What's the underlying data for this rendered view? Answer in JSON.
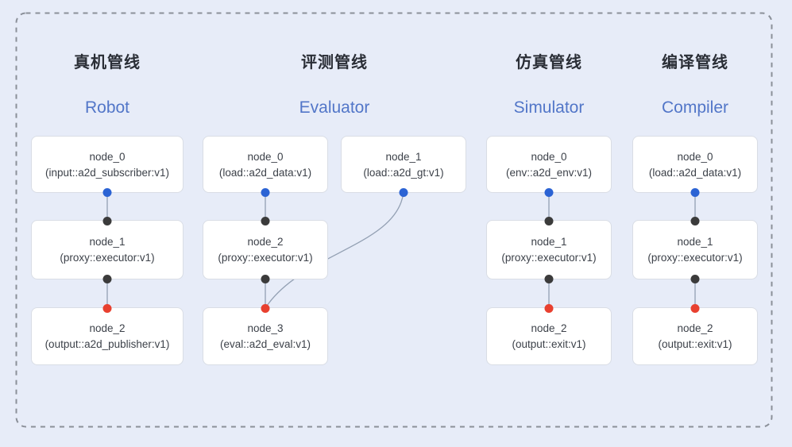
{
  "colors": {
    "bg": "#e7ecf8",
    "border-dash": "#8b9099",
    "title-zh": "#2a2e36",
    "title-en": "#5276c8",
    "node-bg": "#ffffff",
    "node-border": "#d9dde5",
    "node-text": "#3c4149",
    "port-in": "#2b63d4",
    "port-mid": "#3b3b3b",
    "port-out": "#e8402f",
    "edge": "#93a0b3"
  },
  "pipelines": [
    {
      "id": "robot",
      "title_zh": "真机管线",
      "title_en": "Robot",
      "nodes": [
        {
          "name": "node_0",
          "type": "(input::a2d_subscriber:v1)"
        },
        {
          "name": "node_1",
          "type": "(proxy::executor:v1)"
        },
        {
          "name": "node_2",
          "type": "(output::a2d_publisher:v1)"
        }
      ]
    },
    {
      "id": "evaluator",
      "title_zh": "评测管线",
      "title_en": "Evaluator",
      "nodes": [
        {
          "name": "node_0",
          "type": "(load::a2d_data:v1)"
        },
        {
          "name": "node_1",
          "type": "(load::a2d_gt:v1)"
        },
        {
          "name": "node_2",
          "type": "(proxy::executor:v1)"
        },
        {
          "name": "node_3",
          "type": "(eval::a2d_eval:v1)"
        }
      ]
    },
    {
      "id": "simulator",
      "title_zh": "仿真管线",
      "title_en": "Simulator",
      "nodes": [
        {
          "name": "node_0",
          "type": "(env::a2d_env:v1)"
        },
        {
          "name": "node_1",
          "type": "(proxy::executor:v1)"
        },
        {
          "name": "node_2",
          "type": "(output::exit:v1)"
        }
      ]
    },
    {
      "id": "compiler",
      "title_zh": "编译管线",
      "title_en": "Compiler",
      "nodes": [
        {
          "name": "node_0",
          "type": "(load::a2d_data:v1)"
        },
        {
          "name": "node_1",
          "type": "(proxy::executor:v1)"
        },
        {
          "name": "node_2",
          "type": "(output::exit:v1)"
        }
      ]
    }
  ],
  "edges": [
    {
      "pipeline": "robot",
      "from": "node_0",
      "to": "node_1"
    },
    {
      "pipeline": "robot",
      "from": "node_1",
      "to": "node_2"
    },
    {
      "pipeline": "evaluator",
      "from": "node_0",
      "to": "node_2"
    },
    {
      "pipeline": "evaluator",
      "from": "node_1",
      "to": "node_3"
    },
    {
      "pipeline": "evaluator",
      "from": "node_2",
      "to": "node_3"
    },
    {
      "pipeline": "simulator",
      "from": "node_0",
      "to": "node_1"
    },
    {
      "pipeline": "simulator",
      "from": "node_1",
      "to": "node_2"
    },
    {
      "pipeline": "compiler",
      "from": "node_0",
      "to": "node_1"
    },
    {
      "pipeline": "compiler",
      "from": "node_1",
      "to": "node_2"
    }
  ]
}
